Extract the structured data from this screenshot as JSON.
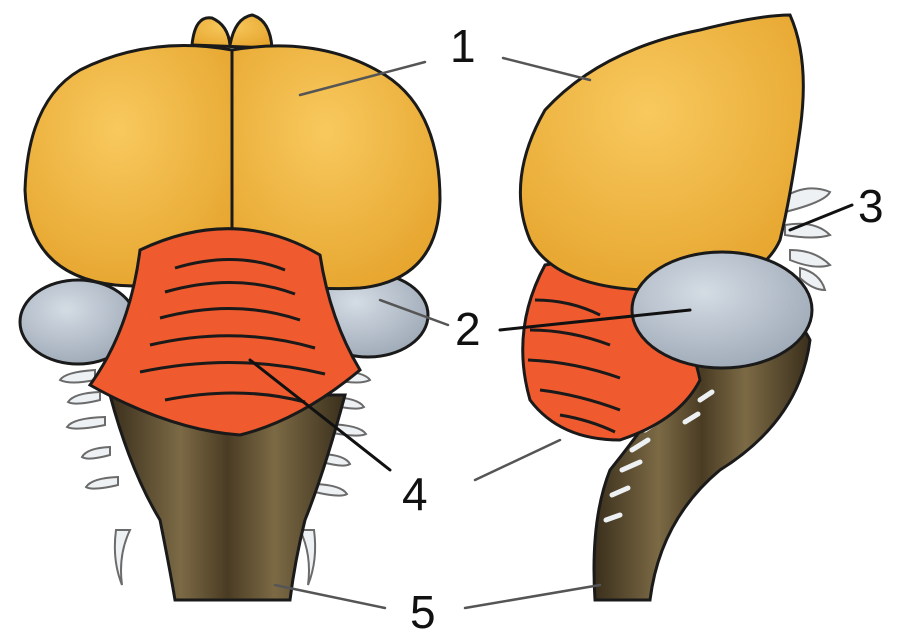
{
  "labels": {
    "l1": "1",
    "l2": "2",
    "l3": "3",
    "l4": "4",
    "l5": "5"
  },
  "colors": {
    "cerebrum": "#F0B23A",
    "cerebrum_light": "#F7C75A",
    "optic_lobe": "#B9C3CF",
    "cerebellum": "#EF5A2E",
    "brainstem": "#5A4A2E",
    "nerve": "#EEF1F3",
    "outline": "#1a1a1a"
  }
}
